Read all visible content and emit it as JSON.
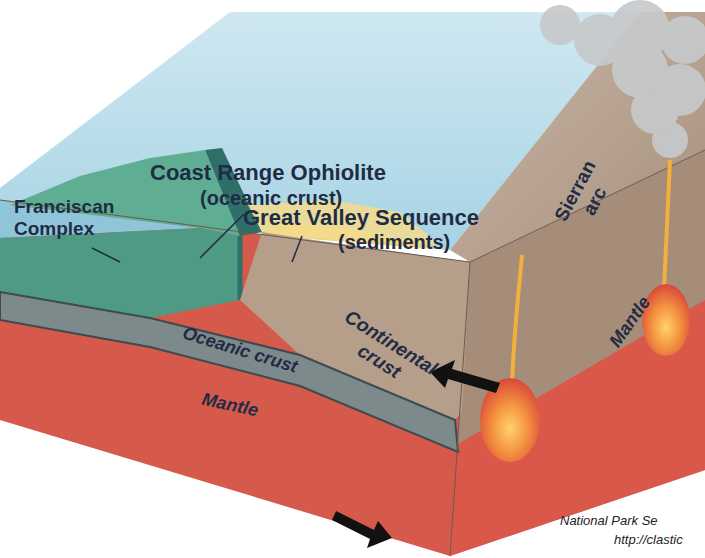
{
  "diagram": {
    "labels": [
      "Coast Range Ophiolite",
      "(oceanic crust)",
      "Franciscan Complex",
      "Great Valley Sequence",
      "(sediments)",
      "Sierran arc",
      "Oceanic crust",
      "Mantle",
      "Continental crust",
      "Mantle",
      "National Park Se",
      "http://clastic"
    ]
  }
}
